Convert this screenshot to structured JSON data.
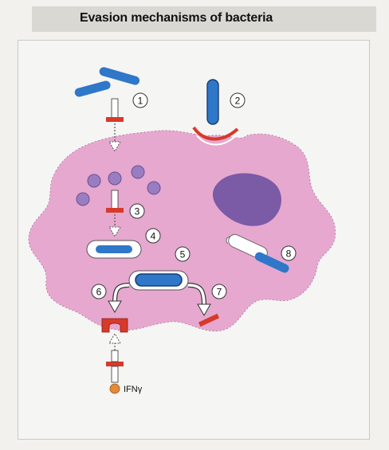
{
  "title": "Evasion mechanisms of bacteria",
  "labels": {
    "n1": "1",
    "n2": "2",
    "n3": "3",
    "n4": "4",
    "n5": "5",
    "n6": "6",
    "n7": "7",
    "n8": "8",
    "ifn": "IFNγ"
  },
  "colors": {
    "cell": "#e6a8cf",
    "nucleus": "#7b5aa6",
    "bacteria": "#2f77c9",
    "blocker": "#d63a2b",
    "ifn_dot": "#e2893a"
  }
}
